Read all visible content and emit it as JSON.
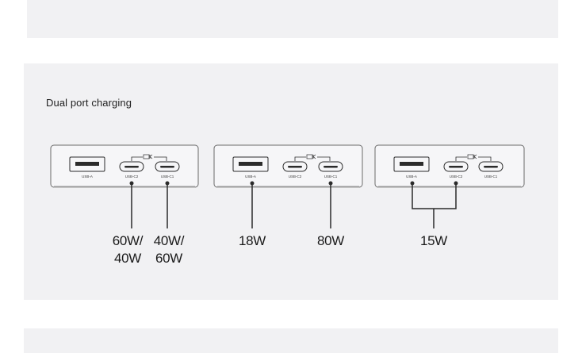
{
  "section_title": "Dual port charging",
  "port_labels": {
    "usb_a": "USB-A",
    "usb_c2": "USB-C2",
    "usb_c1": "USB-C1"
  },
  "scenarios": [
    {
      "output_line1": "60W/",
      "output_line2": "40W",
      "second_line1": "40W/",
      "second_line2": "60W"
    },
    {
      "usb_a_output": "18W",
      "usb_c1_output": "80W"
    },
    {
      "combined_output": "15W"
    }
  ],
  "colors": {
    "panel": "#f1f1f3",
    "stroke": "#2b2b2b"
  }
}
